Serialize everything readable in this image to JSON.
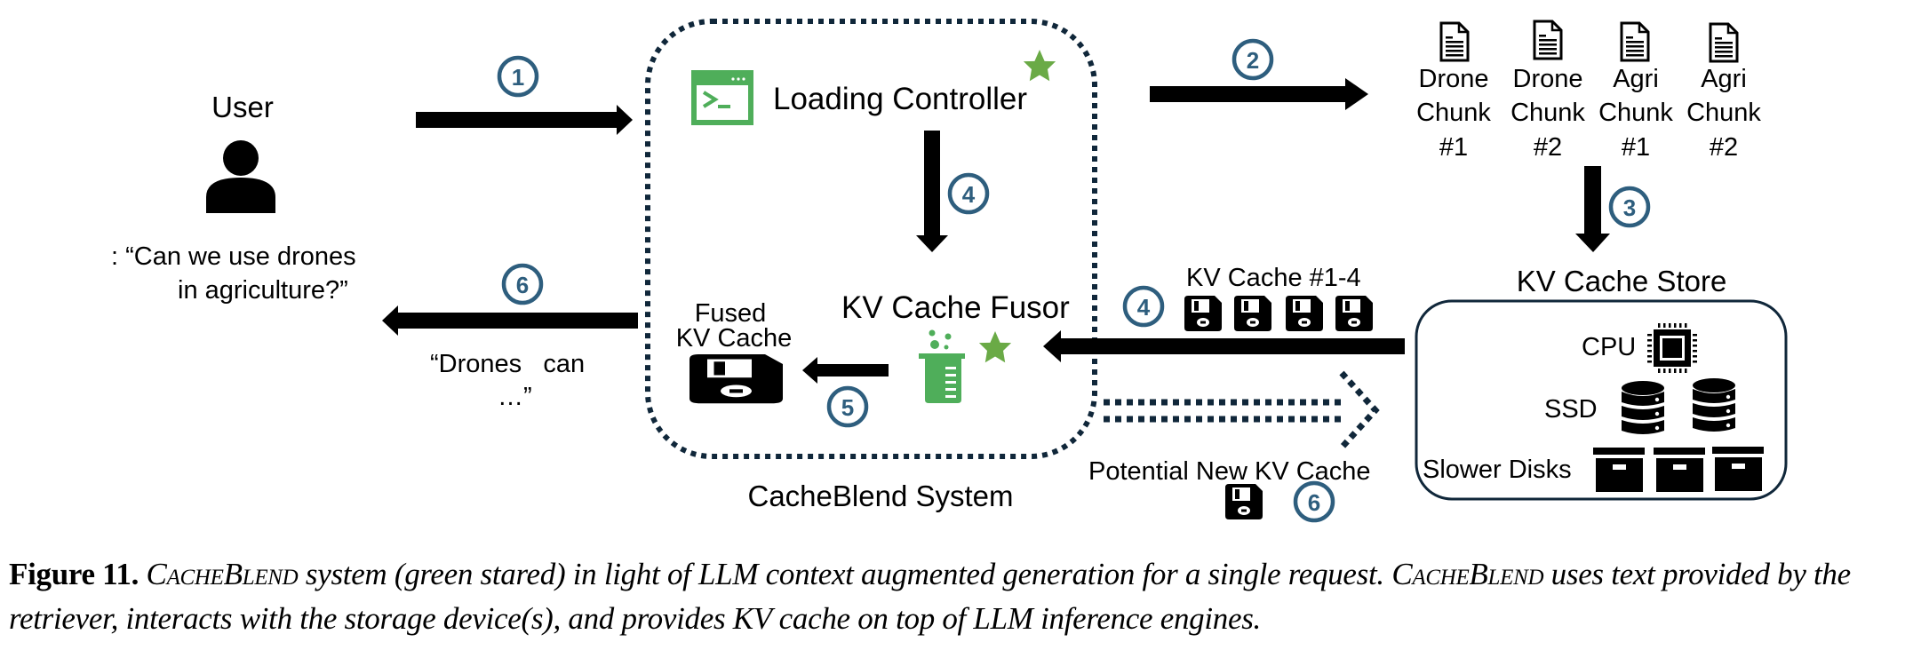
{
  "user": {
    "label": "User",
    "query_line1": ": “Can we use drones",
    "query_line2": "in agriculture?”",
    "response_line1": "“Drones   can",
    "response_line2": "…”"
  },
  "system": {
    "name": "CacheBlend System",
    "loading_controller": "Loading Controller",
    "fusor": "KV Cache Fusor",
    "fused_line1": "Fused",
    "fused_line2": "KV Cache"
  },
  "chunks": [
    {
      "line1": "Drone",
      "line2": "Chunk",
      "line3": "#1"
    },
    {
      "line1": "Drone",
      "line2": "Chunk",
      "line3": "#2"
    },
    {
      "line1": "Agri",
      "line2": "Chunk",
      "line3": "#1"
    },
    {
      "line1": "Agri",
      "line2": "Chunk",
      "line3": "#2"
    }
  ],
  "store": {
    "title": "KV Cache Store",
    "cpu": "CPU",
    "ssd": "SSD",
    "slower": "Slower Disks"
  },
  "transfer": {
    "kv_label": "KV Cache #1-4",
    "potential_label": "Potential New KV Cache"
  },
  "steps": {
    "s1": "1",
    "s2": "2",
    "s3": "3",
    "s4a": "4",
    "s4b": "4",
    "s5": "5",
    "s6a": "6",
    "s6b": "6"
  },
  "colors": {
    "step_circle": "#2e5e7e",
    "accent_green": "#4fae5a",
    "star_green": "#6aaa46",
    "dashed_border": "#10273a"
  },
  "caption": {
    "label": "Figure 11.",
    "name1": "CacheBlend",
    "text1": " system (green stared) in light of LLM context augmented generation for a single request. ",
    "name2": "CacheBlend",
    "text2": " uses text provided by the retriever, interacts with the storage device(s), and provides KV cache on top of LLM inference engines."
  }
}
